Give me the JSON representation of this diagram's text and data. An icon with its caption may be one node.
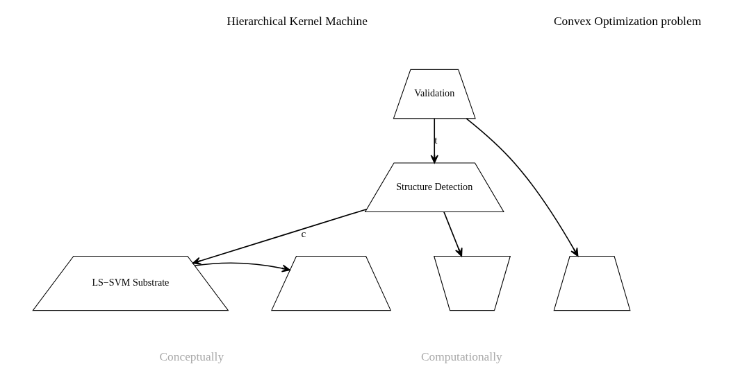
{
  "diagram": {
    "nodes": [
      {
        "text": [
          "Validation"
        ]
      },
      {
        "text": [
          "Structure Detection"
        ]
      },
      {
        "text": [
          "LS−SVM Substrate"
        ]
      },
      {
        "text": [],
        "shape": "trapezoid"
      },
      {
        "text": [],
        "shape": "trapezoid"
      },
      {
        "text": [],
        "shape": "trapezoid"
      }
    ],
    "edges": [
      {
        "from": 0,
        "to": 1,
        "arrow": "to",
        "label": "t"
      },
      {
        "from": 1,
        "to": 2,
        "arrow": "to",
        "label": "c"
      },
      {
        "from": 0,
        "to": 5,
        "arrow": "to"
      },
      {
        "from": 1,
        "to": 4,
        "arrow": "to"
      },
      {
        "from": 2,
        "to": 3,
        "arrow": "to"
      }
    ],
    "labels": [
      "Hierarchical Kernel Machine",
      "Convex Optimization problem",
      "Conceptually",
      "Computationally"
    ]
  }
}
